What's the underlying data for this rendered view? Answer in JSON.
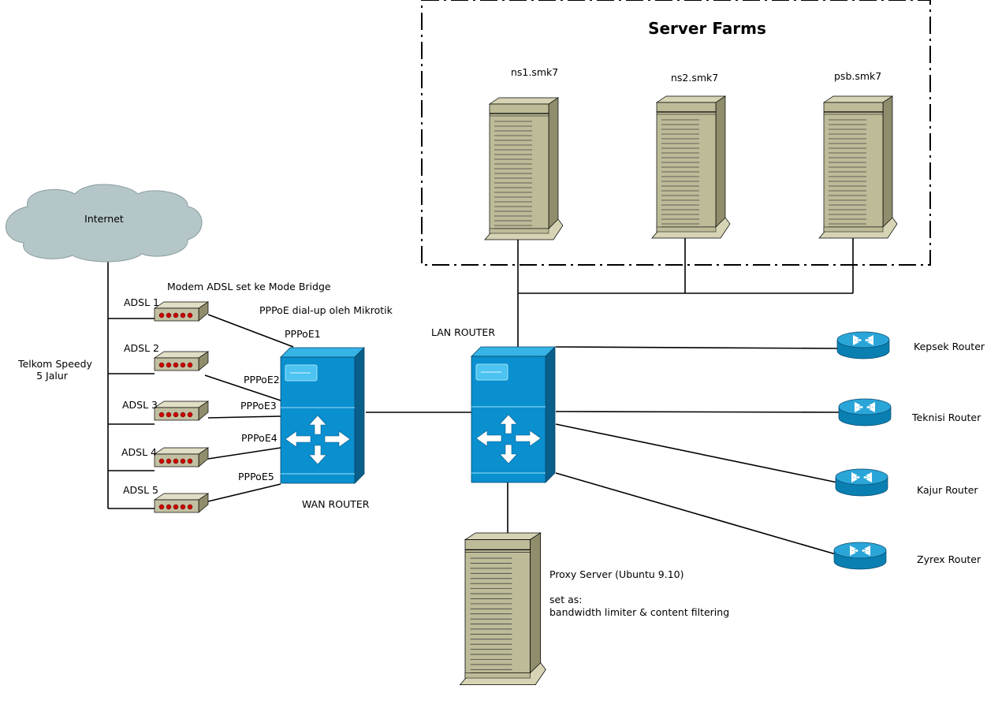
{
  "title": "Server Farms",
  "servers": [
    {
      "id": "ns1",
      "label": "ns1.smk7"
    },
    {
      "id": "ns2",
      "label": "ns2.smk7"
    },
    {
      "id": "psb",
      "label": "psb.smk7"
    }
  ],
  "internet": {
    "label": "Internet"
  },
  "isp": {
    "line1": "Telkom Speedy",
    "line2": "5 Jalur"
  },
  "notes": {
    "modem_mode": "Modem ADSL set ke Mode Bridge",
    "pppoe_dialup": "PPPoE dial-up oleh Mikrotik"
  },
  "modems": [
    {
      "label": "ADSL 1",
      "pppoe": "PPPoE1"
    },
    {
      "label": "ADSL 2",
      "pppoe": "PPPoE2"
    },
    {
      "label": "ADSL 3",
      "pppoe": "PPPoE3"
    },
    {
      "label": "ADSL 4",
      "pppoe": "PPPoE4"
    },
    {
      "label": "ADSL 5",
      "pppoe": "PPPoE5"
    }
  ],
  "wan_router": {
    "label": "WAN ROUTER"
  },
  "lan_router": {
    "label": "LAN ROUTER"
  },
  "branch_routers": [
    {
      "id": "kepsek",
      "label": "Kepsek Router"
    },
    {
      "id": "teknisi",
      "label": "Teknisi Router"
    },
    {
      "id": "kajur",
      "label": "Kajur Router"
    },
    {
      "id": "zyrex",
      "label": "Zyrex Router"
    }
  ],
  "proxy": {
    "title": "Proxy Server (Ubuntu 9.10)",
    "set_as": "set as:",
    "role": "bandwidth limiter & content filtering"
  },
  "colors": {
    "switch_face": "#0a8fcf",
    "switch_side": "#0a5f8a",
    "switch_top": "#36b4e6",
    "server_body": "#bdbb98",
    "server_side": "#8f8d6c",
    "router_blue": "#2aa5d8",
    "cloud": "#b4c6c8",
    "modem_body": "#c2c0a2",
    "modem_led": "#cc0000"
  }
}
